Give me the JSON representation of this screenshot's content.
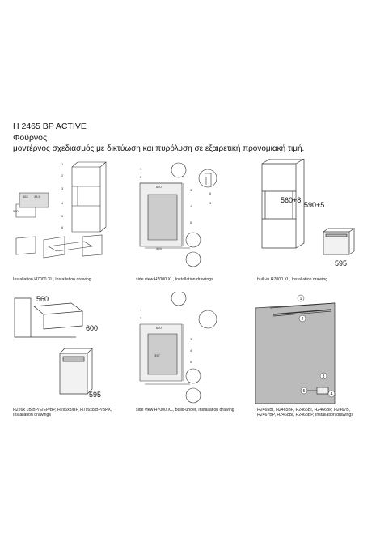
{
  "header": {
    "model": "H 2465 BP ACTIVE",
    "type": "Φούρνος",
    "description": "μοντέρνος σχεδιασμός με δικτύωση και πυρόλυση σε εξαιρετική προνομιακή τιμή."
  },
  "panels": [
    {
      "id": "p1",
      "caption": "Installation H7000 XL, Installation drawing"
    },
    {
      "id": "p2",
      "caption": "side view H7000 XL, Installation drawings"
    },
    {
      "id": "p3",
      "caption": "built-in H7000 XL, Installation drawing",
      "dims": [
        "560+8",
        "590+5",
        "595"
      ]
    },
    {
      "id": "p4",
      "caption_lines": [
        "H226x 1B/BP/E/EP/BP, H2x6x8/BP, H7x6x8/BP/BPX,",
        "Installation drawings"
      ],
      "dims": [
        "560",
        "600",
        "595"
      ]
    },
    {
      "id": "p5",
      "caption": "side view H7000 XL, build-under, Installation drawing"
    },
    {
      "id": "p6",
      "caption_lines": [
        "H2465BI, H2465BP, H2466BI, H2466BP, H2467B,",
        "H2467BP, H2468BI, H2468BP, Installation drawings"
      ],
      "callouts": [
        "1",
        "2",
        "3",
        "4",
        "5"
      ]
    }
  ],
  "small_labels": {
    "p1_dims": [
      "562",
      "38.5",
      "590",
      "1",
      "2",
      "3",
      "4",
      "5",
      "6"
    ],
    "p2_dims": [
      "620",
      "555",
      "1",
      "2",
      "3",
      "4",
      "5",
      "6",
      "3"
    ],
    "p5_dims": [
      "620",
      "357",
      "1",
      "2",
      "3",
      "4",
      "5"
    ]
  }
}
